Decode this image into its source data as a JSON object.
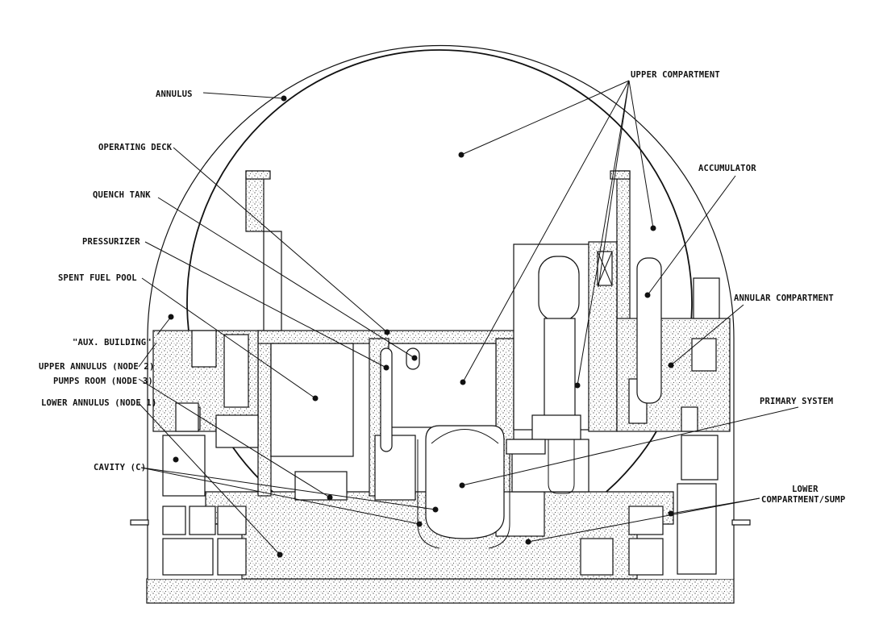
{
  "labels": {
    "annulus": "ANNULUS",
    "operating_deck": "OPERATING DECK",
    "quench_tank": "QUENCH TANK",
    "pressurizer": "PRESSURIZER",
    "spent_fuel_pool": "SPENT FUEL POOL",
    "aux_building": "\"AUX. BUILDING\"",
    "upper_annulus": "UPPER ANNULUS (NODE 2)",
    "pumps_room": "PUMPS ROOM (NODE 3)",
    "lower_annulus": "LOWER ANNULUS (NODE 1)",
    "cavity": "CAVITY (C)",
    "upper_compartment": "UPPER COMPARTMENT",
    "accumulator": "ACCUMULATOR",
    "annular_compartment": "ANNULAR COMPARTMENT",
    "primary_system": "PRIMARY SYSTEM",
    "lower_compartment_line1": "LOWER",
    "lower_compartment_line2": "COMPARTMENT/SUMP"
  },
  "colors": {
    "ink": "#111111",
    "paper": "#ffffff"
  }
}
